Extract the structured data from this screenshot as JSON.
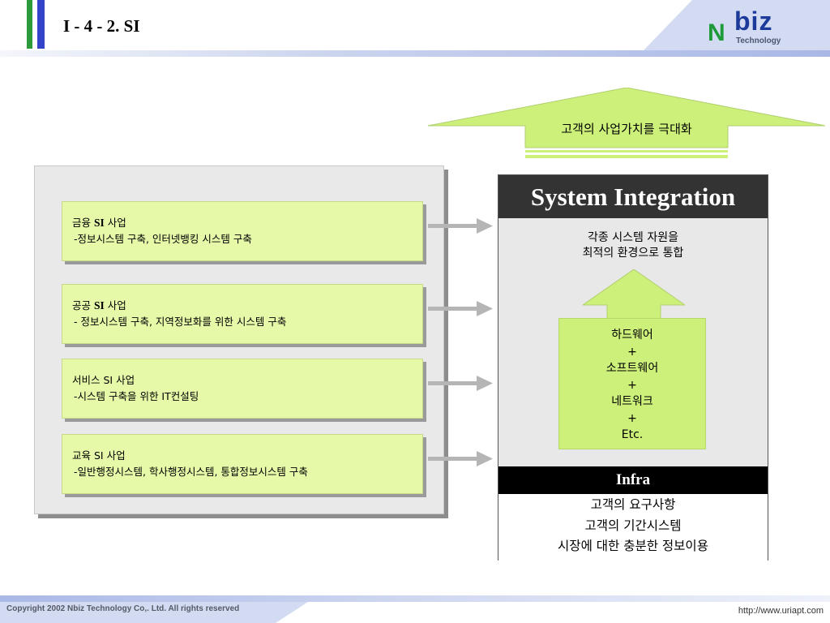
{
  "header": {
    "title": "I - 4 - 2. SI",
    "logo": {
      "n": "N",
      "biz": "biz",
      "tech": "Technology"
    }
  },
  "goal": {
    "label": "고객의 사업가치를 극대화"
  },
  "business_cards": [
    {
      "title_pre": "금융 ",
      "title_bold": "SI",
      "title_post": " 사업",
      "desc": "-정보시스템 구축, 인터넷뱅킹 시스템 구축"
    },
    {
      "title_pre": "공공 ",
      "title_bold": "SI",
      "title_post": " 사업",
      "desc": "- 정보시스템 구축, 지역정보화를 위한 시스템 구축"
    },
    {
      "title_pre": "서비스 SI 사업",
      "title_bold": "",
      "title_post": "",
      "desc": "-시스템 구축을 위한 IT컨설팅"
    },
    {
      "title_pre": "교육 SI 사업",
      "title_bold": "",
      "title_post": "",
      "desc": "-일반행정시스템, 학사행정시스템, 통합정보시스템 구축"
    }
  ],
  "si": {
    "heading": "System Integration",
    "desc_line1": "각종 시스템 자원을",
    "desc_line2": "최적의 환경으로 통합",
    "components": [
      "하드웨어",
      "+",
      "소프트웨어",
      "+",
      "네트워크",
      "+",
      "Etc."
    ],
    "infra_label": "Infra",
    "infra_items": [
      "고객의 요구사항",
      "고객의 기간시스템",
      "시장에 대한 충분한 정보이용"
    ]
  },
  "footer": {
    "copyright": "Copyright 2002 Nbiz Technology Co,. Ltd. All rights reserved",
    "url": "http://www.uriapt.com"
  },
  "colors": {
    "card_fill": "#e6f9a8",
    "arrow_green": "#ccf07a",
    "si_header": "#333333",
    "connector_gray": "#b5b5b5"
  }
}
